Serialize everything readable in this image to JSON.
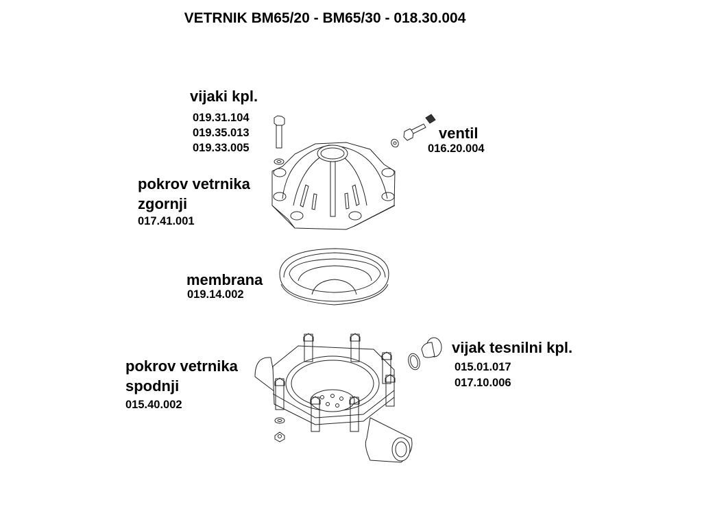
{
  "title": "VETRNIK BM65/20 - BM65/30 - 018.30.004",
  "parts": {
    "screws": {
      "label": "vijaki kpl.",
      "codes": [
        "019.31.104",
        "019.35.013",
        "019.33.005"
      ]
    },
    "upper_cover": {
      "label_line1": "pokrov vetrnika",
      "label_line2": "zgornji",
      "code": "017.41.001"
    },
    "valve": {
      "label": "ventil",
      "code": "016.20.004"
    },
    "membrane": {
      "label": "membrana",
      "code": "019.14.002"
    },
    "seal_screw": {
      "label": "vijak tesnilni kpl.",
      "codes": [
        "015.01.017",
        "017.10.006"
      ]
    },
    "lower_cover": {
      "label_line1": "pokrov vetrnika",
      "label_line2": "spodnji",
      "code": "015.40.002"
    }
  }
}
